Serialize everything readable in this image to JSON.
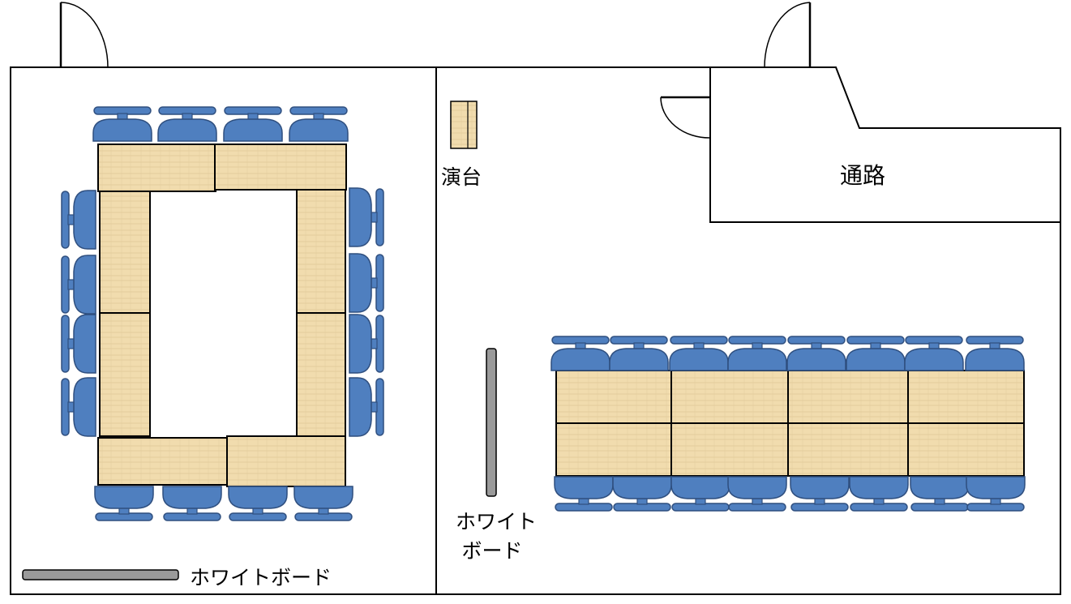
{
  "labels": {
    "podium": "演台",
    "passage": "通路",
    "whiteboard_right_line1": "ホワイト",
    "whiteboard_right_line2": "ボード",
    "whiteboard_left": "ホワイトボード"
  },
  "colors": {
    "wall": "#000000",
    "chair_fill": "#4f7fbf",
    "chair_stroke": "#2f4f7f",
    "table_fill": "#f1dcae",
    "table_grain": "#d8c08c",
    "whiteboard_fill": "#9a9a9a"
  },
  "icons": {
    "chair": "chair-icon",
    "table": "desk-icon",
    "door": "door-swing-icon",
    "podium": "podium-icon",
    "whiteboard": "whiteboard-icon"
  }
}
